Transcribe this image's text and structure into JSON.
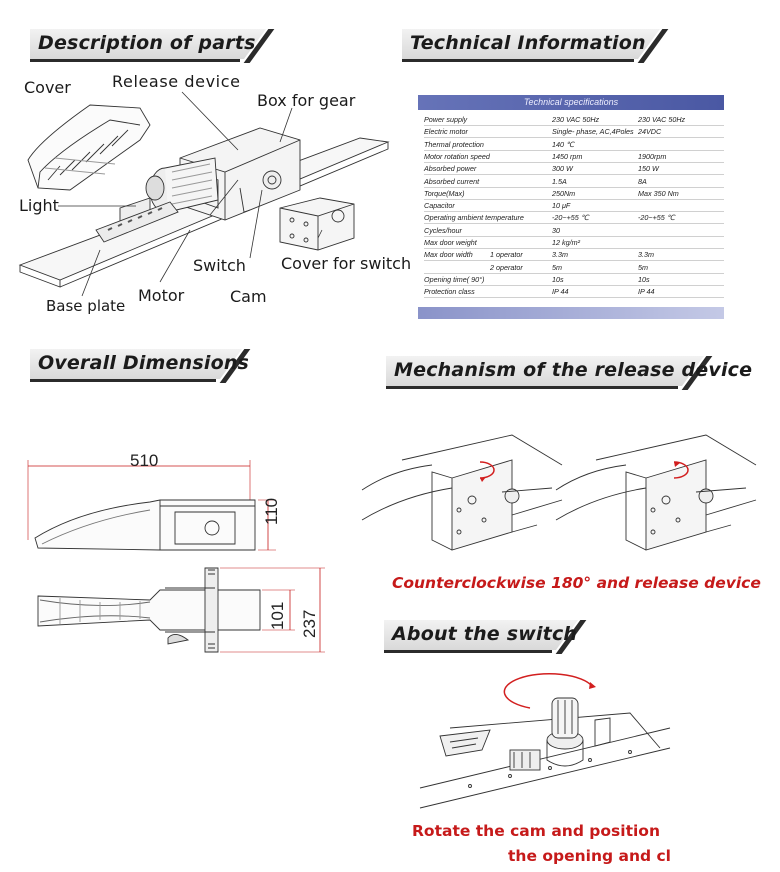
{
  "sections": {
    "parts_title": "Description of parts",
    "tech_title": "Technical  Information",
    "dims_title": "Overall  Dimensions",
    "mech_title": "Mechanism of the release device",
    "switch_title": "About the switch"
  },
  "parts_labels": {
    "cover": "Cover",
    "release_device": "Release device",
    "box_for_gear": "Box for gear",
    "light": "Light",
    "switch": "Switch",
    "cover_for_switch": "Cover for switch",
    "motor": "Motor",
    "cam": "Cam",
    "base_plate": "Base plate"
  },
  "tech_table": {
    "header": "Technical specifications",
    "rows": [
      {
        "label": "Power supply",
        "sub": "",
        "v1": "230 VAC 50Hz",
        "v2": "230 VAC 50Hz"
      },
      {
        "label": "Electric motor",
        "sub": "",
        "v1": "Single- phase, AC,4Poles",
        "v2": "24VDC"
      },
      {
        "label": "Thermal protection",
        "sub": "",
        "v1": "140 ℃",
        "v2": ""
      },
      {
        "label": "Motor rotation speed",
        "sub": "",
        "v1": "1450 rpm",
        "v2": "1900rpm"
      },
      {
        "label": "Absorbed power",
        "sub": "",
        "v1": "300 W",
        "v2": "150 W"
      },
      {
        "label": "Absorbed current",
        "sub": "",
        "v1": "1.5A",
        "v2": "8A"
      },
      {
        "label": "Torque(Max)",
        "sub": "",
        "v1": "250Nm",
        "v2": "Max 350 Nm"
      },
      {
        "label": "Capacitor",
        "sub": "",
        "v1": "10 μF",
        "v2": ""
      },
      {
        "label": "Operating ambient temperature",
        "sub": "",
        "v1": "-20~+55 ℃",
        "v2": "-20~+55 ℃"
      },
      {
        "label": "Cycles/hour",
        "sub": "",
        "v1": "30",
        "v2": ""
      },
      {
        "label": "Max door weight",
        "sub": "",
        "v1": "12 kg/m²",
        "v2": ""
      },
      {
        "label": "Max door width",
        "sub": "1 operator",
        "v1": "3.3m",
        "v2": "3.3m"
      },
      {
        "label": "",
        "sub": "2 operator",
        "v1": "5m",
        "v2": "5m"
      },
      {
        "label": "Opening time( 90°)",
        "sub": "",
        "v1": "10s",
        "v2": "10s"
      },
      {
        "label": "Protection  class",
        "sub": "",
        "v1": "IP 44",
        "v2": "IP 44"
      }
    ]
  },
  "dimensions": {
    "length": "510",
    "height": "110",
    "inner_width": "101",
    "outer_width": "237"
  },
  "captions": {
    "release": "Counterclockwise 180°  and  release device",
    "switch_line1": "Rotate the cam and position",
    "switch_line2": "the opening and cl"
  },
  "colors": {
    "caption_red": "#c61a1a",
    "table_header": "#5664ad",
    "arrow_red": "#d21f1f"
  }
}
